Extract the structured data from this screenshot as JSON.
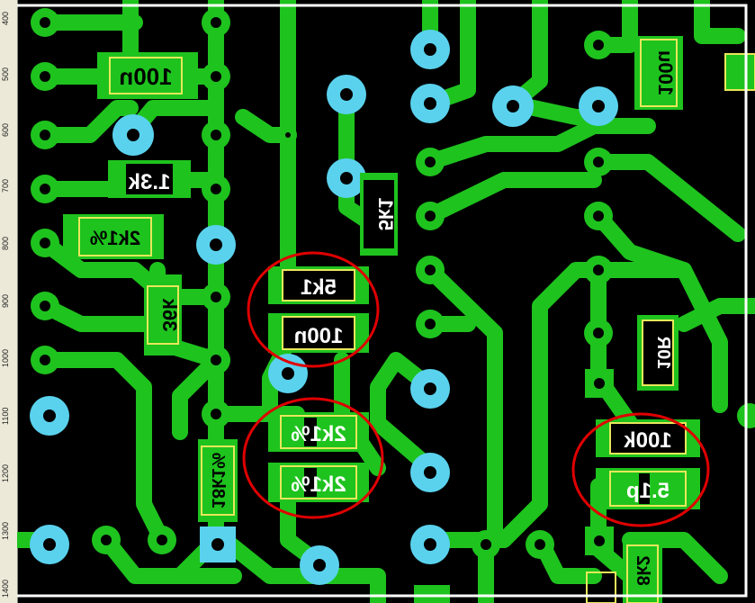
{
  "ruler": {
    "ticks": [
      "400",
      "500",
      "600",
      "700",
      "800",
      "900",
      "1000",
      "1100",
      "1200",
      "1300",
      "1400"
    ]
  },
  "colors": {
    "board": "#000000",
    "copper": "#1ec31e",
    "via": "#5ad2ee",
    "silk": "#e8e85a",
    "outline": "#ffffff",
    "highlight": "#e00000",
    "label_text": "#ffffff"
  },
  "components": {
    "c_100n_top": "100n",
    "r_1_3k": "1.3k",
    "r_2k1pct_left": "2k1%",
    "r_5k1_vertical": "5k1",
    "r_36k": "36k",
    "c_100u": "100u",
    "r_5k1_circled": "5k1",
    "c_100n_circled": "100n",
    "r_2k1pct_a": "2k1%",
    "r_2k1pct_b": "2k1%",
    "r_18k1pct": "18k1%",
    "r_10r": "10R",
    "r_100k": "100k",
    "c_5_1p": "5.1p",
    "r_8k2": "8k2"
  }
}
